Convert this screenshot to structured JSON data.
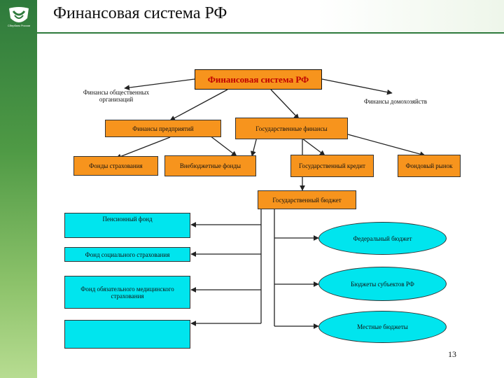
{
  "slide": {
    "title": "Финансовая система РФ",
    "page_number": "13"
  },
  "logo": {
    "icon": "sberbank-logo",
    "caption": "Сбербанк России"
  },
  "diagram": {
    "root": "Финансовая система РФ",
    "level1": {
      "public_orgs": "Финансы общественных организаций",
      "households": "Финансы домохозяйств",
      "enterprises": "Финансы предприятий",
      "state_finance": "Государственные финансы"
    },
    "level2": {
      "insurance_funds": "Фонды страхования",
      "extrabudgetary_funds": "Внебюджетные фонды",
      "state_credit": "Государственный кредит",
      "stock_market": "Фондовый рынок"
    },
    "state_budget": "Государственный бюджет",
    "funds": {
      "pension": "Пенсионный фонд",
      "social": "Фонд социального страхования",
      "medical": "Фонд обязательного медицинского страхования",
      "blank": ""
    },
    "budgets": {
      "federal": "Федеральный бюджет",
      "regional": "Бюджеты субъектов РФ",
      "local": "Местные бюджеты"
    },
    "colors": {
      "orange": "#f7941d",
      "teal": "#00e5ee",
      "sidebar_green": "#2e7a3c",
      "root_text": "#c00000"
    }
  }
}
